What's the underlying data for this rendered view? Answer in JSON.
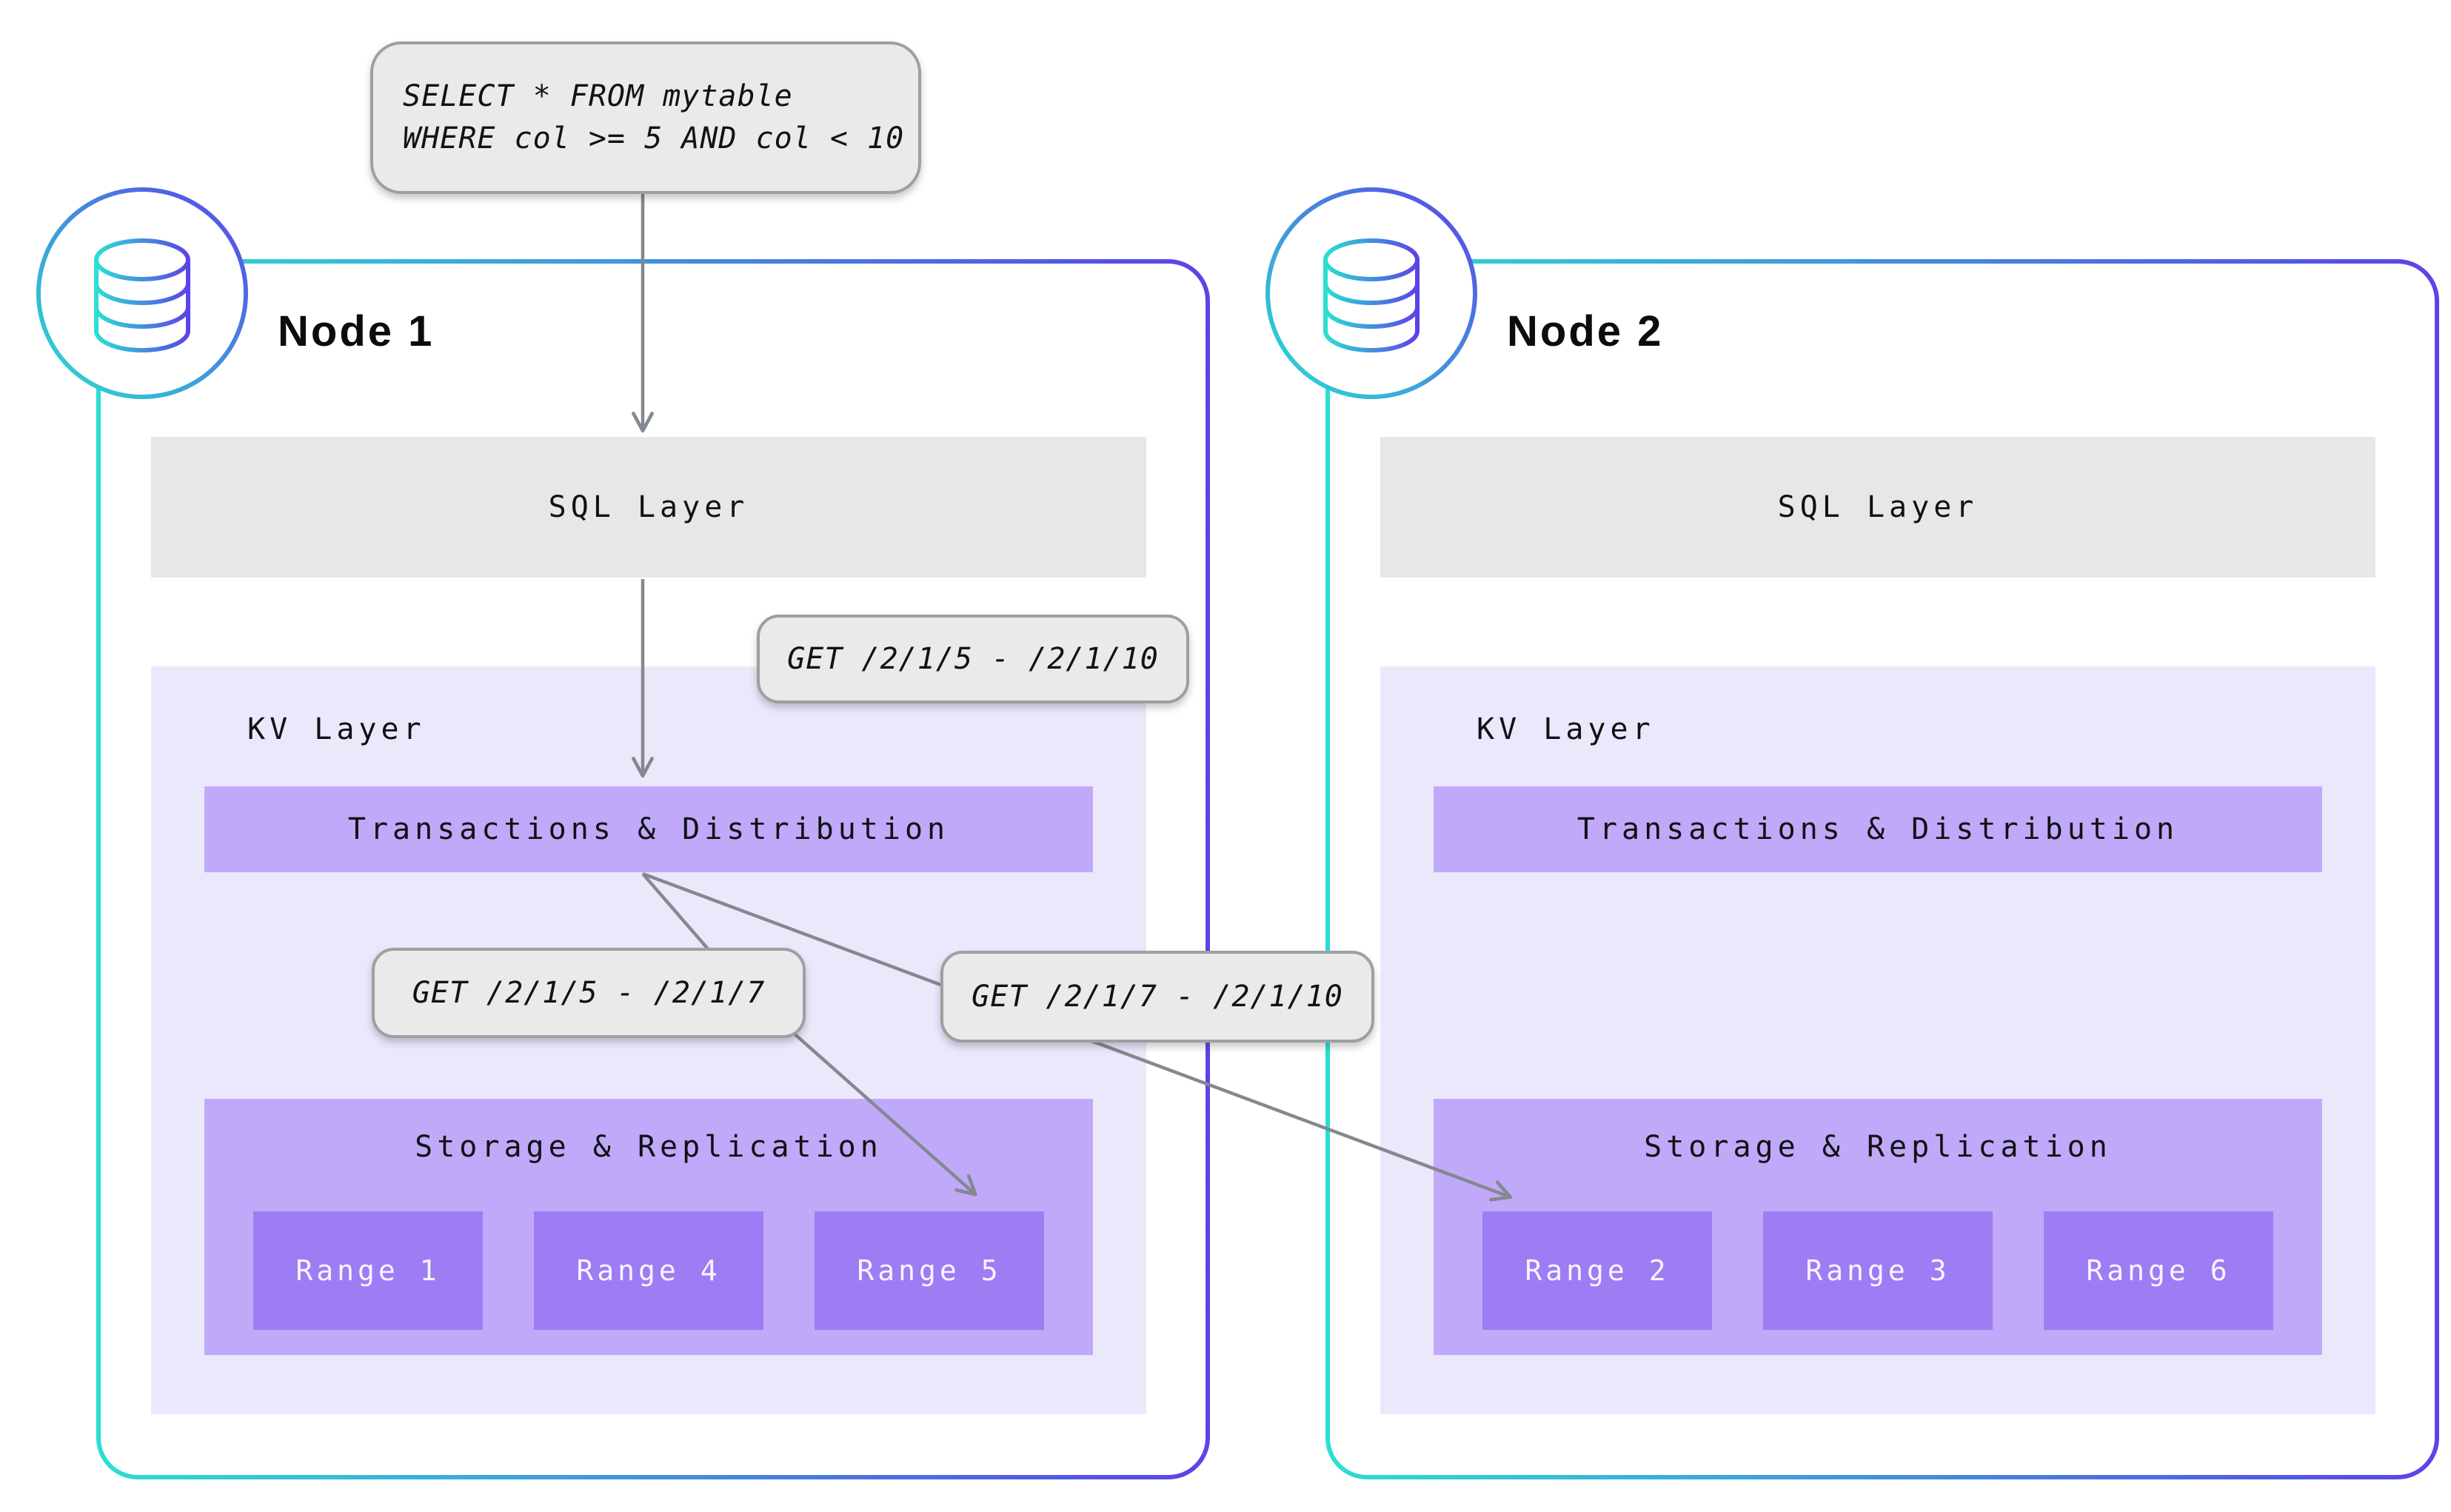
{
  "query": {
    "line1": "SELECT * FROM mytable",
    "line2": "WHERE col >= 5 AND col < 10"
  },
  "requests": {
    "full": "GET /2/1/5 - /2/1/10",
    "left": "GET /2/1/5 - /2/1/7",
    "right": "GET /2/1/7 - /2/1/10"
  },
  "nodes": [
    {
      "title": "Node 1",
      "icon": "database-icon",
      "sql_layer_label": "SQL Layer",
      "kv_layer_label": "KV Layer",
      "transactions_label": "Transactions & Distribution",
      "storage_label": "Storage & Replication",
      "ranges": [
        "Range 1",
        "Range 4",
        "Range 5"
      ]
    },
    {
      "title": "Node 2",
      "icon": "database-icon",
      "sql_layer_label": "SQL Layer",
      "kv_layer_label": "KV Layer",
      "transactions_label": "Transactions & Distribution",
      "storage_label": "Storage & Replication",
      "ranges": [
        "Range 2",
        "Range 3",
        "Range 6"
      ]
    }
  ],
  "colors": {
    "node_border_gradient_start": "#2adfd2",
    "node_border_gradient_end": "#5b43e8",
    "sql_layer_gray": "#e6e8e7",
    "bubble_gray": "#e9eae9",
    "bubble_border_gray": "#9aa1a0",
    "kv_layer_bg": "#ece8fc",
    "purple_mid": "#c0a9f9",
    "purple_deep": "#9e7cf3",
    "arrow_gray": "#84888f",
    "text_dark": "#131316",
    "range_text": "#f8f4ff"
  }
}
